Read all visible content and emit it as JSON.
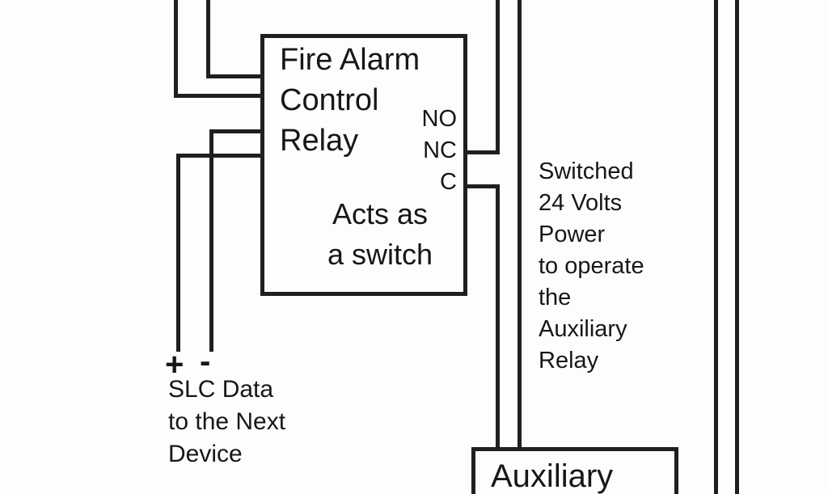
{
  "colors": {
    "wire": "#1f1f1f",
    "text": "#171717",
    "background": "#fdfdfd"
  },
  "facp_box": {
    "title": [
      "Fire Alarm",
      "Control",
      "Relay"
    ],
    "terminals": [
      "NO",
      "NC",
      "C"
    ],
    "note": [
      "Acts as",
      "a switch"
    ]
  },
  "aux_box": {
    "label": "Auxiliary"
  },
  "annotations": {
    "switched_power": [
      "Switched",
      "24 Volts",
      "Power",
      "to operate",
      "the",
      "Auxiliary",
      "Relay"
    ],
    "slc": {
      "plus": "+",
      "minus": "-",
      "lines": [
        "SLC Data",
        "to the Next",
        "Device"
      ]
    }
  }
}
